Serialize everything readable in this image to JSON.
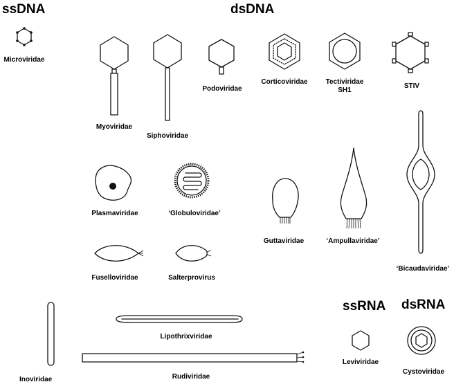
{
  "headers": {
    "ssdna": "ssDNA",
    "dsdna": "dsDNA",
    "ssrna": "ssRNA",
    "dsrna": "dsRNA"
  },
  "labels": {
    "microviridae": "Microviridae",
    "myoviridae": "Myoviridae",
    "siphoviridae": "Siphoviridae",
    "podoviridae": "Podoviridae",
    "corticoviridae": "Corticoviridae",
    "tectiviridae_1": "Tectiviridae",
    "tectiviridae_2": "SH1",
    "stiv": "STIV",
    "plasmaviridae": "Plasmaviridae",
    "globuloviridae": "‘Globuloviridae’",
    "guttaviridae": "Guttaviridae",
    "ampullaviridae": "‘Ampullaviridae’",
    "bicaudaviridae": "‘Bicaudaviridae’",
    "fuselloviridae": "Fuselloviridae",
    "salterprovirus": "Salterprovirus",
    "lipothrixviridae": "Lipothrixviridae",
    "rudiviridae": "Rudiviridae",
    "inoviridae": "Inoviridae",
    "leviviridae": "Leviviridae",
    "cystoviridae": "Cystoviridae"
  }
}
